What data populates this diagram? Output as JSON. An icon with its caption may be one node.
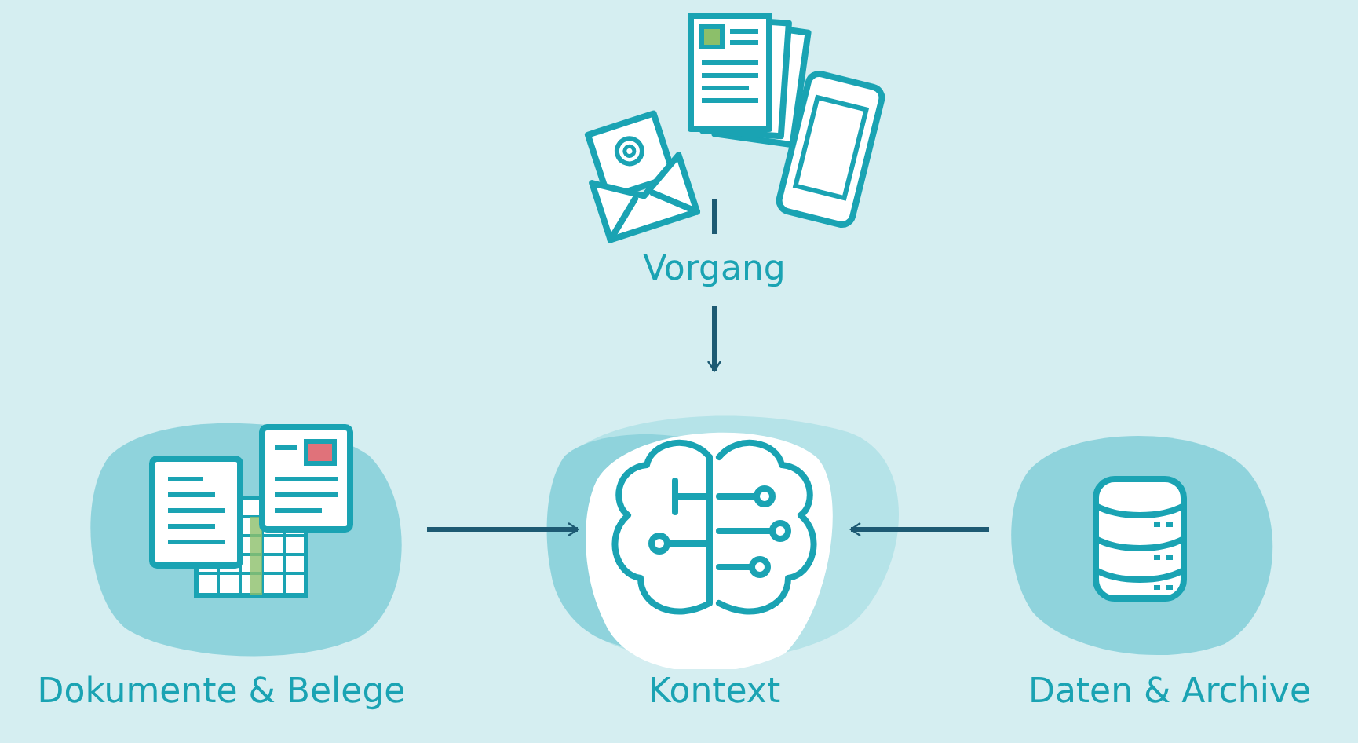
{
  "diagram": {
    "nodes": [
      {
        "text": [
          "Vorgang"
        ]
      },
      {
        "text": [
          "Dokumente & Belege"
        ]
      },
      {
        "text": [
          "Kontext"
        ]
      },
      {
        "text": [
          "Daten & Archive"
        ]
      }
    ],
    "edges": [
      {
        "from": 0,
        "to": 2,
        "arrow": "to"
      },
      {
        "from": 1,
        "to": 2,
        "arrow": "to"
      },
      {
        "from": 3,
        "to": 2,
        "arrow": "to"
      }
    ]
  }
}
